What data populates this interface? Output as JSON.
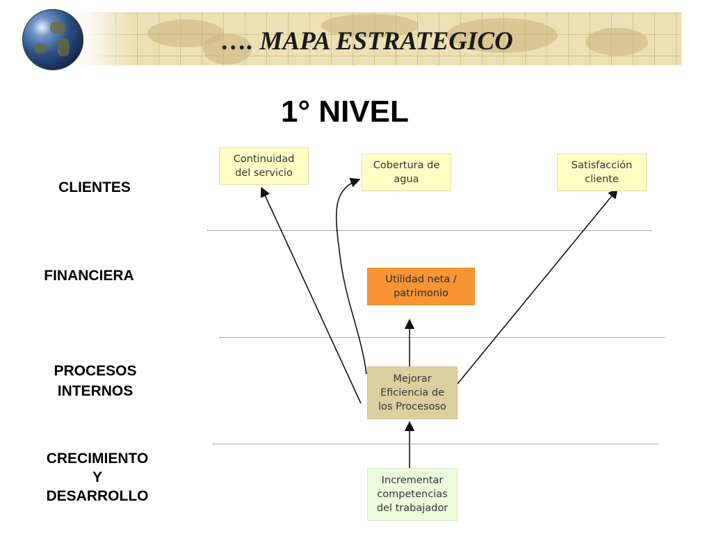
{
  "header": {
    "title": "…. MAPA ESTRATEGICO",
    "globe_icon": "globe-icon"
  },
  "level_title": "1° NIVEL",
  "perspectives": {
    "clientes": "CLIENTES",
    "financiera": "FINANCIERA",
    "procesos": [
      "PROCESOS",
      "INTERNOS"
    ],
    "crecimiento": [
      "CRECIMIENTO",
      "Y",
      "DESARROLLO"
    ]
  },
  "objectives": {
    "continuidad": [
      "Continuidad",
      "del servicio"
    ],
    "cobertura": [
      "Cobertura de",
      "agua"
    ],
    "satisfaccion": [
      "Satisfacción",
      "cliente"
    ],
    "utilidad": [
      "Utilidad neta /",
      "patrimonio"
    ],
    "mejorar": [
      "Mejorar",
      "Eficiencia de",
      "los Procesoso"
    ],
    "incrementar": [
      "Incrementar",
      "competencias",
      "del trabajador"
    ]
  },
  "colors": {
    "client_box": "#ffffc6",
    "financial_box": "#f79535",
    "process_box": "#ddcf9f",
    "growth_box": "#ebfbdc",
    "banner": "#ede0b4"
  }
}
